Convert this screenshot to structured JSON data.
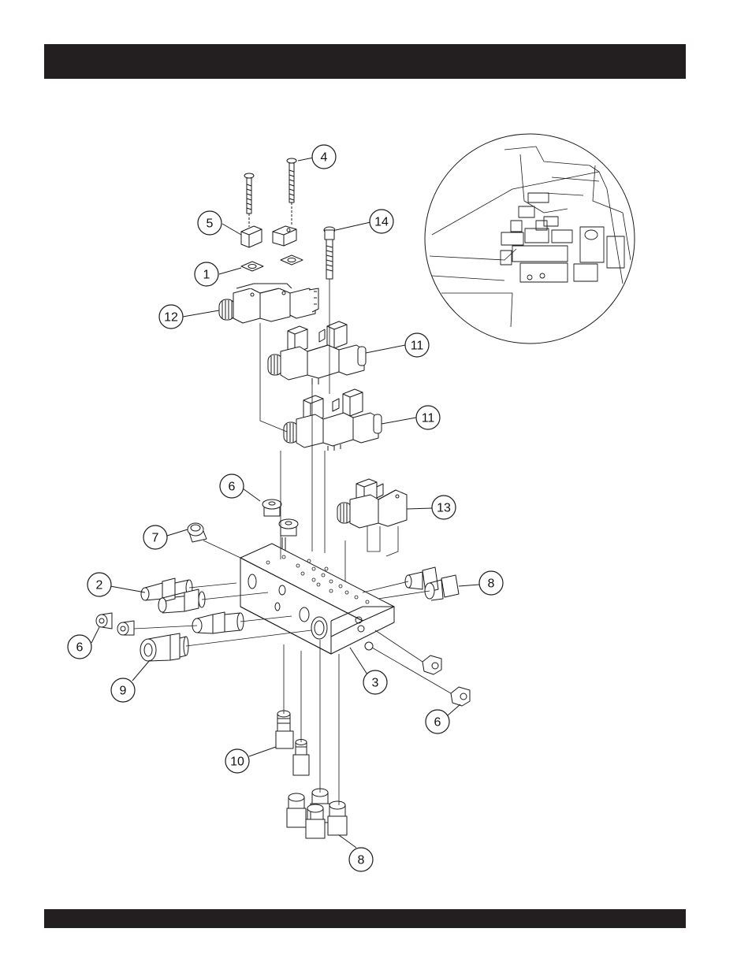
{
  "colors": {
    "bar": "#231f20",
    "line": "#1a1a1a",
    "part_fill": "#ffffff"
  },
  "callouts": [
    {
      "id": "c1",
      "label": "1"
    },
    {
      "id": "c2",
      "label": "2"
    },
    {
      "id": "c3",
      "label": "3"
    },
    {
      "id": "c4",
      "label": "4"
    },
    {
      "id": "c5",
      "label": "5"
    },
    {
      "id": "c6a",
      "label": "6"
    },
    {
      "id": "c6b",
      "label": "6"
    },
    {
      "id": "c6c",
      "label": "6"
    },
    {
      "id": "c7",
      "label": "7"
    },
    {
      "id": "c8a",
      "label": "8"
    },
    {
      "id": "c8b",
      "label": "8"
    },
    {
      "id": "c9",
      "label": "9"
    },
    {
      "id": "c10",
      "label": "10"
    },
    {
      "id": "c11a",
      "label": "11"
    },
    {
      "id": "c11b",
      "label": "11"
    },
    {
      "id": "c12",
      "label": "12"
    },
    {
      "id": "c13",
      "label": "13"
    },
    {
      "id": "c14",
      "label": "14"
    }
  ]
}
